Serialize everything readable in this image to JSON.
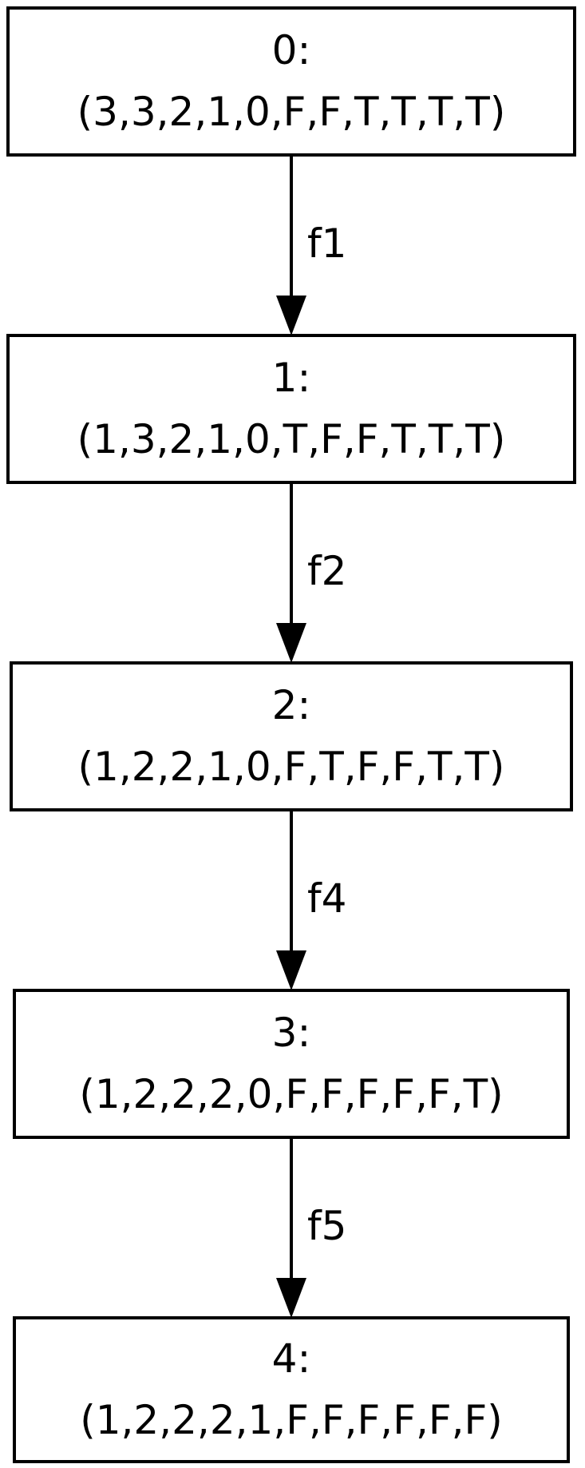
{
  "nodes": [
    {
      "id": "0:",
      "state": "(3,3,2,1,0,F,F,T,T,T,T)"
    },
    {
      "id": "1:",
      "state": "(1,3,2,1,0,T,F,F,T,T,T)"
    },
    {
      "id": "2:",
      "state": "(1,2,2,1,0,F,T,F,F,T,T)"
    },
    {
      "id": "3:",
      "state": "(1,2,2,2,0,F,F,F,F,F,T)"
    },
    {
      "id": "4:",
      "state": "(1,2,2,2,1,F,F,F,F,F,F)"
    }
  ],
  "edges": [
    {
      "label": "f1"
    },
    {
      "label": "f2"
    },
    {
      "label": "f4"
    },
    {
      "label": "f5"
    }
  ]
}
